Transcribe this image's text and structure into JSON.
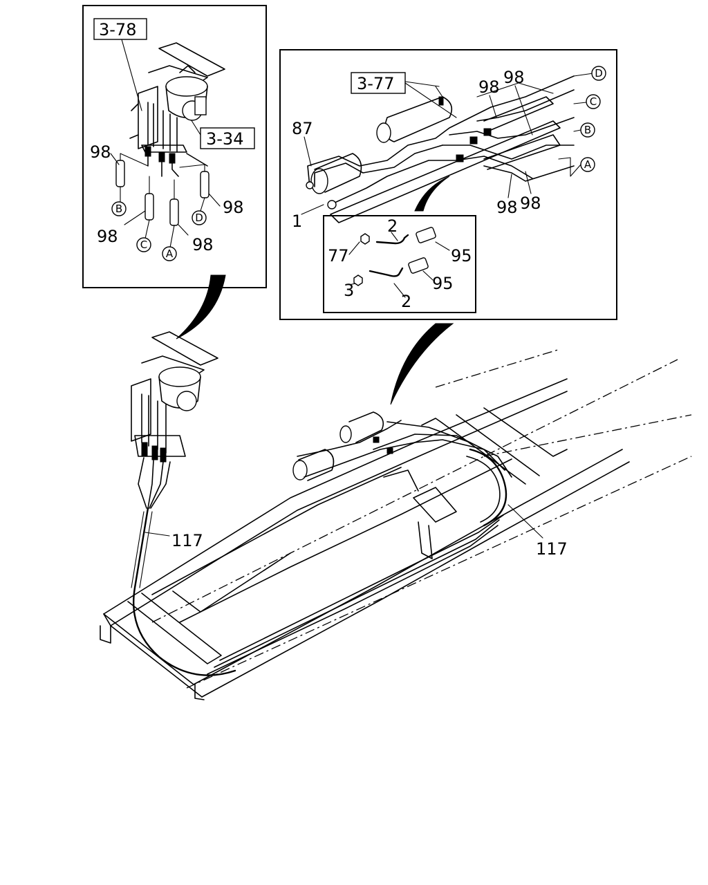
{
  "inset_left": {
    "ref_a": "3-78",
    "ref_b": "3-34",
    "parts": {
      "p98a": "98",
      "p98b": "98",
      "p98c": "98",
      "p98d": "98"
    },
    "circles": {
      "b": "B",
      "c": "C",
      "a": "A",
      "d": "D"
    }
  },
  "inset_right": {
    "ref": "3-77",
    "parts": {
      "p87": "87",
      "p1": "1",
      "p98a": "98",
      "p98b": "98",
      "p98c": "98",
      "p98d": "98"
    },
    "circles": {
      "d": "D",
      "c": "C",
      "b": "B",
      "a": "A"
    },
    "sub": {
      "p2a": "2",
      "p77": "77",
      "p95a": "95",
      "p3": "3",
      "p95b": "95",
      "p2b": "2"
    }
  },
  "main": {
    "p117a": "117",
    "p117b": "117"
  }
}
